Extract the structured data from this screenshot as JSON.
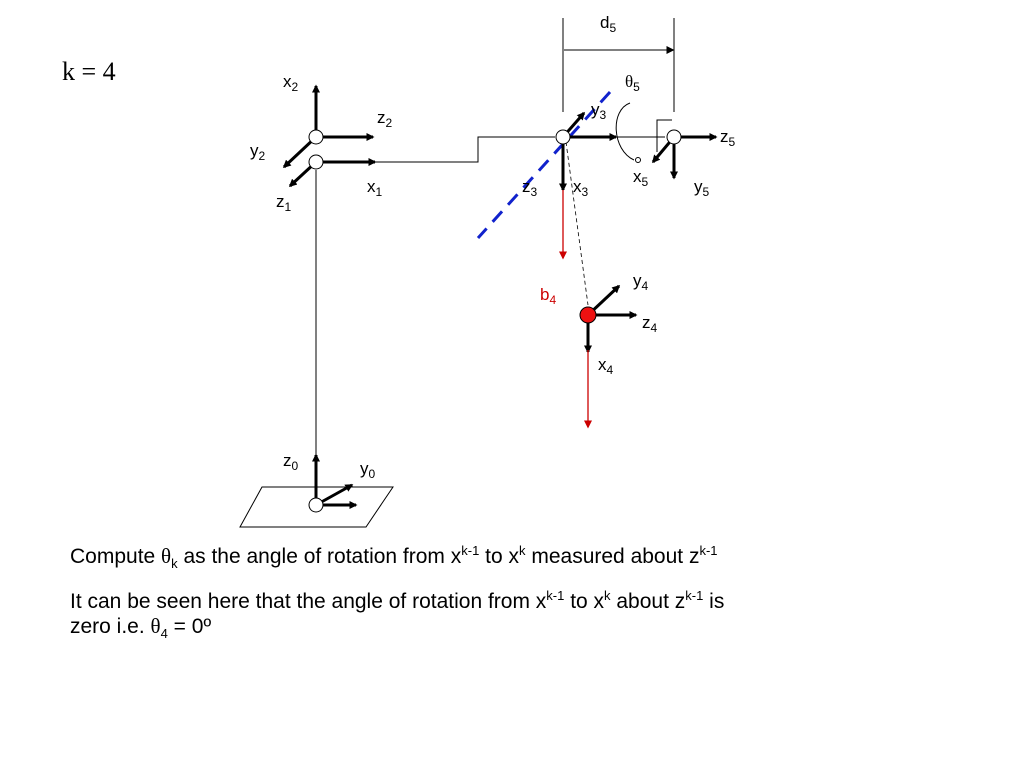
{
  "header": {
    "k_label": "k = 4"
  },
  "frames": {
    "f0": {
      "z": "z",
      "z_sub": "0",
      "y": "y",
      "y_sub": "0"
    },
    "f1": {
      "x": "x",
      "x_sub": "1",
      "z": "z",
      "z_sub": "1"
    },
    "f2": {
      "x": "x",
      "x_sub": "2",
      "z": "z",
      "z_sub": "2",
      "y": "y",
      "y_sub": "2"
    },
    "f3": {
      "y": "y",
      "y_sub": "3",
      "z": "z",
      "z_sub": "3",
      "x": "x",
      "x_sub": "3"
    },
    "f4": {
      "y": "y",
      "y_sub": "4",
      "z": "z",
      "z_sub": "4",
      "x": "x",
      "x_sub": "4"
    },
    "f5": {
      "z": "z",
      "z_sub": "5",
      "x": "x",
      "x_sub": "5",
      "y": "y",
      "y_sub": "5"
    }
  },
  "annotations": {
    "d5": "d",
    "d5_sub": "5",
    "theta5": "θ",
    "theta5_sub": "5",
    "b4": "b",
    "b4_sub": "4"
  },
  "caption": {
    "line1_a": "Compute ",
    "line1_theta": "θ",
    "line1_theta_sub": "k",
    "line1_b": " as the angle of rotation from x",
    "line1_sup1": "k-1",
    "line1_c": " to x",
    "line1_sup2": "k",
    "line1_d": " measured about z",
    "line1_sup3": "k-1",
    "line2_a": "It can be seen here that the angle of rotation from x",
    "line2_sup1": "k-1",
    "line2_b": " to x",
    "line2_sup2": "k",
    "line2_c": " about z",
    "line2_sup3": "k-1",
    "line2_d": " is",
    "line3_a": "zero i.e. ",
    "line3_theta": "θ",
    "line3_theta_sub": "4",
    "line3_b": " = 0º"
  },
  "colors": {
    "ink": "#000000",
    "red": "#cc0000",
    "blue": "#1122cc",
    "dot": "#ee1111"
  }
}
